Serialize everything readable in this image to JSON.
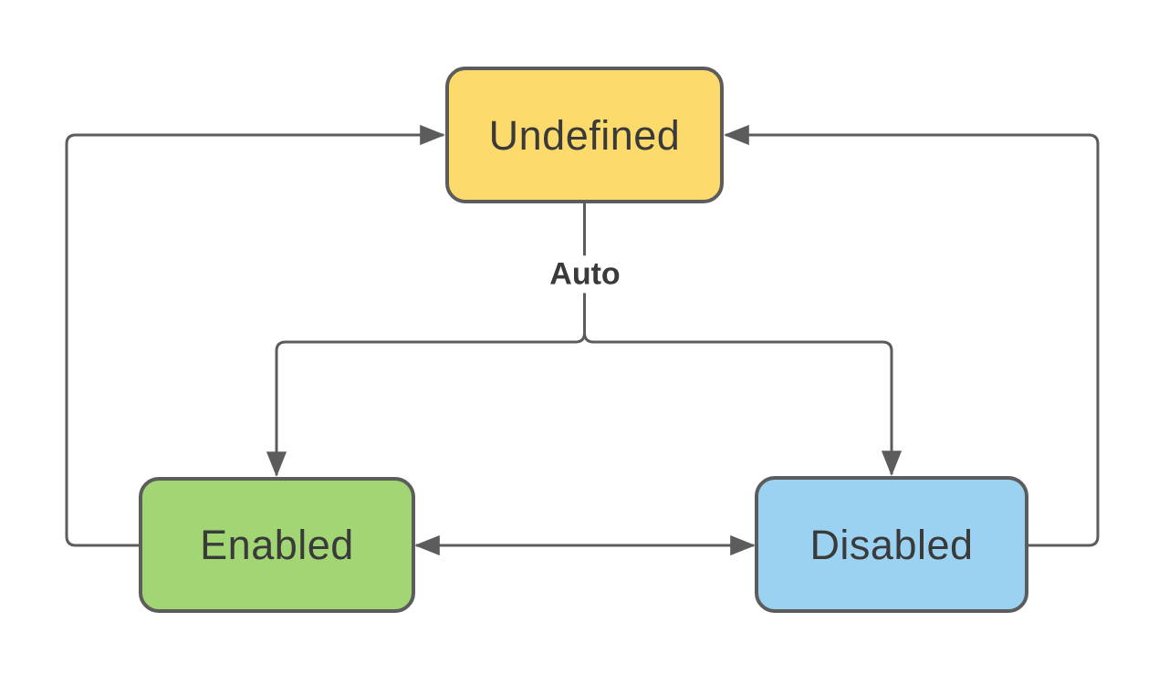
{
  "diagram": {
    "type": "state-diagram",
    "background_color": "#ffffff",
    "line_color": "#5c5c5c",
    "text_color": "#3a3a3a",
    "nodes": [
      {
        "id": "undefined",
        "label": "Undefined",
        "fill": "#fcdb6c",
        "position": "top-center"
      },
      {
        "id": "enabled",
        "label": "Enabled",
        "fill": "#a2d674",
        "position": "bottom-left"
      },
      {
        "id": "disabled",
        "label": "Disabled",
        "fill": "#9bd2f2",
        "position": "bottom-right"
      }
    ],
    "edges": [
      {
        "from": "undefined",
        "to": "enabled",
        "label": "Auto"
      },
      {
        "from": "undefined",
        "to": "disabled",
        "label": "Auto"
      },
      {
        "from": "enabled",
        "to": "undefined",
        "label": ""
      },
      {
        "from": "disabled",
        "to": "undefined",
        "label": ""
      },
      {
        "from": "enabled",
        "to": "disabled",
        "label": "",
        "bidirectional": true
      }
    ]
  }
}
